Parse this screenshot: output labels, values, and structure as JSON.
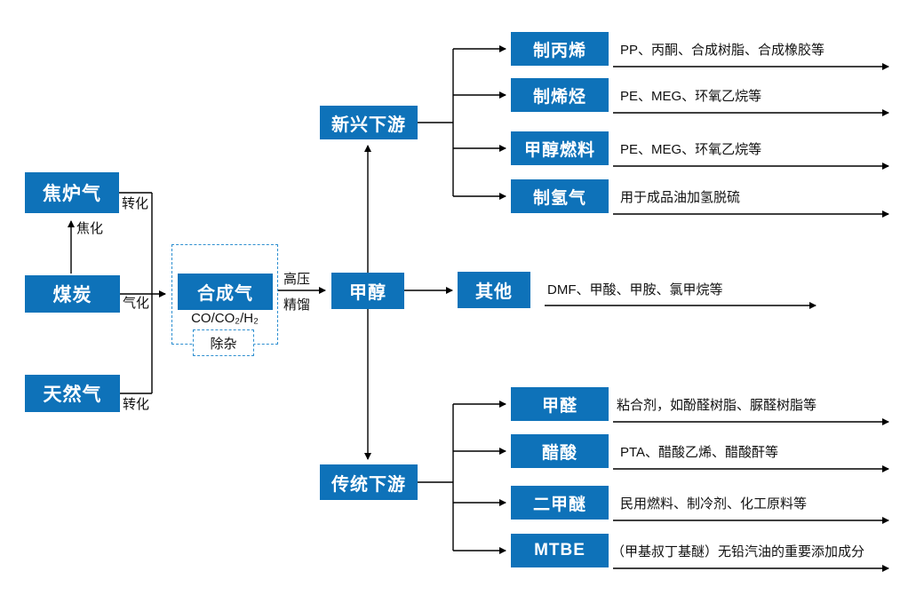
{
  "colors": {
    "node_blue": "#0e72b9",
    "dashed_border": "#2e8fd0",
    "connector": "#000000",
    "text": "#111111"
  },
  "sources": [
    {
      "label": "焦炉气",
      "process": "转化"
    },
    {
      "label": "煤炭",
      "process": "气化"
    },
    {
      "label": "天然气",
      "process": "转化"
    }
  ],
  "coking_label": "焦化",
  "syngas": {
    "label": "合成气",
    "composition": "CO/CO₂/H₂",
    "purify_label": "除杂"
  },
  "distillation": {
    "top": "高压",
    "bottom": "精馏"
  },
  "methanol_label": "甲醇",
  "other": {
    "label": "其他",
    "desc": "DMF、甲酸、甲胺、氯甲烷等"
  },
  "emerging": {
    "label": "新兴下游",
    "items": [
      {
        "label": "制丙烯",
        "desc": "PP、丙酮、合成树脂、合成橡胶等"
      },
      {
        "label": "制烯烃",
        "desc": "PE、MEG、环氧乙烷等"
      },
      {
        "label": "甲醇燃料",
        "desc": "PE、MEG、环氧乙烷等"
      },
      {
        "label": "制氢气",
        "desc": "用于成品油加氢脱硫"
      }
    ]
  },
  "traditional": {
    "label": "传统下游",
    "items": [
      {
        "label": "甲醛",
        "desc": "粘合剂，如酚醛树脂、脲醛树脂等"
      },
      {
        "label": "醋酸",
        "desc": "PTA、醋酸乙烯、醋酸酐等"
      },
      {
        "label": "二甲醚",
        "desc": "民用燃料、制冷剂、化工原料等"
      },
      {
        "label": "MTBE",
        "desc": "（甲基叔丁基醚）无铅汽油的重要添加成分"
      }
    ]
  }
}
